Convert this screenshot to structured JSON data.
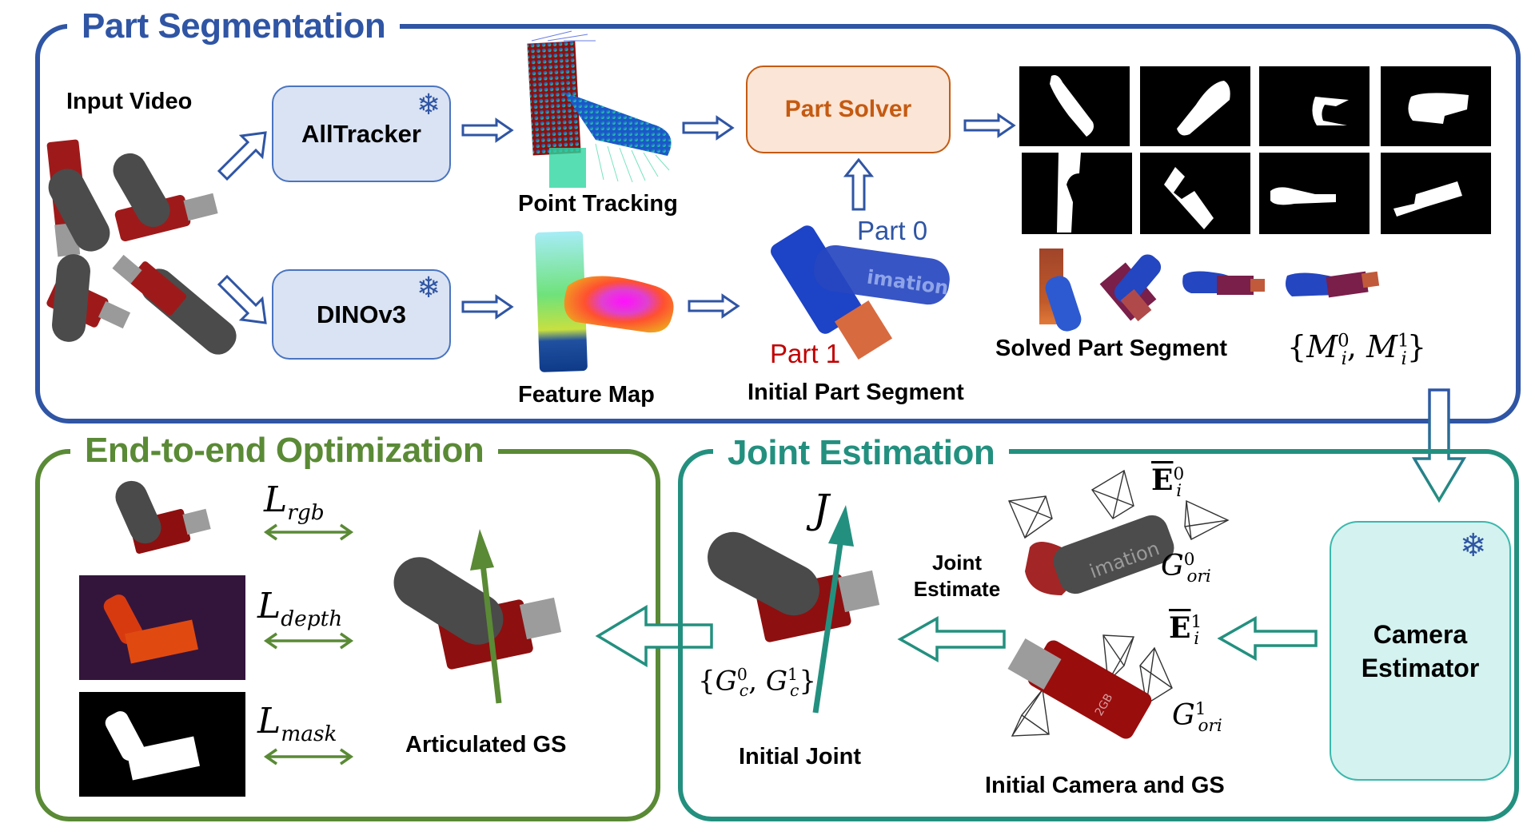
{
  "colors": {
    "part_segmentation": "#2f55a4",
    "end_to_end": "#5a8a35",
    "joint_estimation": "#23907f",
    "part_solver_fill": "#fbe5d6",
    "part_solver_border": "#c55a11",
    "module_fill": "#dae3f3",
    "camera_fill": "#d4f2ef",
    "camera_border": "#3bb8ad",
    "part0": "#2f55a4",
    "part1": "#c00000"
  },
  "part_segmentation": {
    "title": "Part Segmentation",
    "input_video_label": "Input Video",
    "alltracker_label": "AllTracker",
    "dinov3_label": "DINOv3",
    "point_tracking_label": "Point Tracking",
    "feature_map_label": "Feature Map",
    "part_solver_label": "Part Solver",
    "part0_label": "Part 0",
    "part1_label": "Part 1",
    "initial_part_segment_label": "Initial Part Segment",
    "solved_part_segment_label": "Solved Part Segment",
    "mask_set_math": {
      "open": "{",
      "sym": "M",
      "sup0": "0",
      "sup1": "1",
      "sub": "i",
      "sep": ", ",
      "close": "}"
    },
    "frozen_icon": "snowflake-icon",
    "mask_count": 8
  },
  "end_to_end": {
    "title": "End-to-end Optimization",
    "losses": [
      {
        "sym": "L",
        "sub": "rgb"
      },
      {
        "sym": "L",
        "sub": "depth"
      },
      {
        "sym": "L",
        "sub": "mask"
      }
    ],
    "articulated_gs_label": "Articulated GS"
  },
  "joint_estimation": {
    "title": "Joint Estimation",
    "joint_symbol": "J",
    "gaussians_c": {
      "open": "{",
      "sym": "G",
      "sub": "c",
      "sup0": "0",
      "sup1": "1",
      "close": "}"
    },
    "initial_joint_label": "Initial Joint",
    "joint_estimate_label_line1": "Joint",
    "joint_estimate_label_line2": "Estimate",
    "camera_e0": {
      "sym": "E",
      "sup": "0",
      "sub": "i"
    },
    "camera_e1": {
      "sym": "E",
      "sup": "1",
      "sub": "i"
    },
    "g_ori0": {
      "sym": "G",
      "sup": "0",
      "sub": "ori"
    },
    "g_ori1": {
      "sym": "G",
      "sup": "1",
      "sub": "ori"
    },
    "initial_camera_gs_label": "Initial Camera and GS",
    "camera_estimator_line1": "Camera",
    "camera_estimator_line2": "Estimator"
  }
}
